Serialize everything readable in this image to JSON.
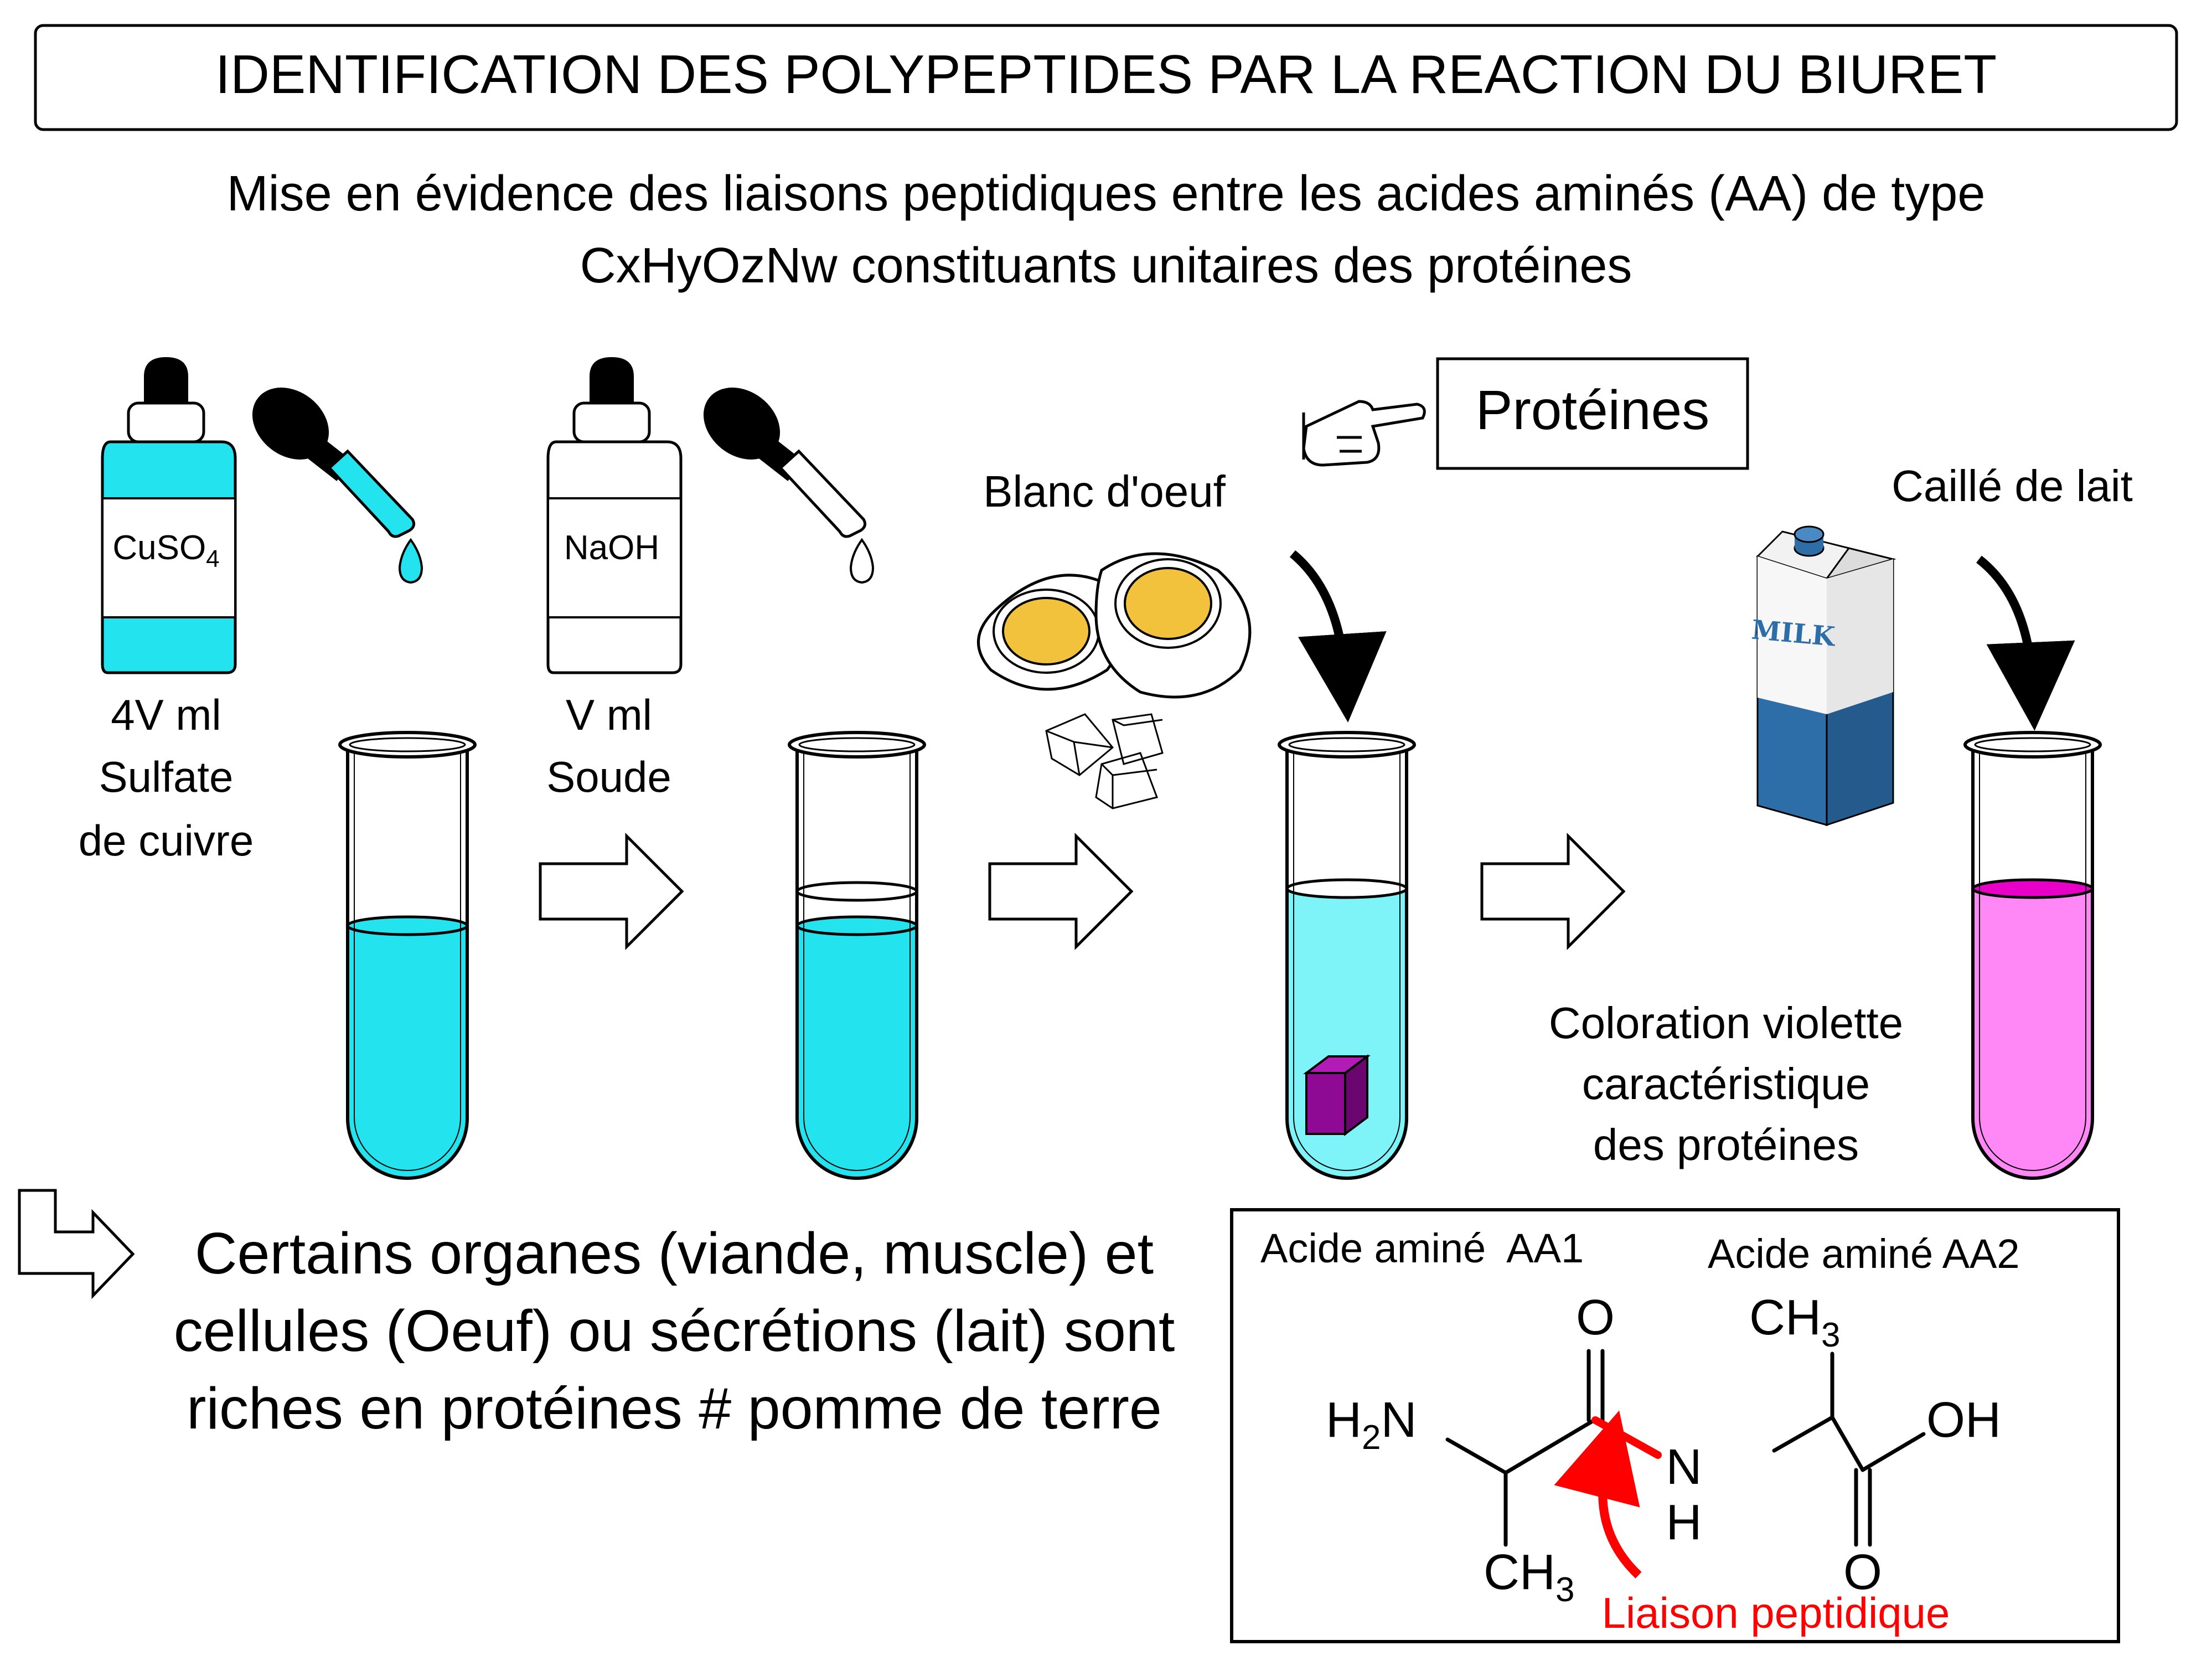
{
  "title": "IDENTIFICATION DES POLYPEPTIDES PAR LA REACTION DU BIURET",
  "subtitle": {
    "line1": "Mise en évidence des liaisons peptidiques entre les acides aminés (AA) de type",
    "line2": "CxHyOzNw constituants unitaires des protéines"
  },
  "reagents": {
    "cuso4": {
      "bottle_label_main": "CuSO",
      "bottle_label_sub": "4",
      "volume": "4V ml",
      "name_line1": "Sulfate",
      "name_line2": "de cuivre",
      "color": "#22e3ee"
    },
    "naoh": {
      "bottle_label": "NaOH",
      "volume": "V ml",
      "name": "Soude"
    }
  },
  "samples": {
    "egg_white": "Blanc d'oeuf",
    "milk_curd": "Caillé de lait",
    "carton_label": "MILK"
  },
  "proteins_box": "Protéines",
  "result": {
    "line1": "Coloration violette",
    "line2": "caractéristique",
    "line3": "des protéines"
  },
  "conclusion": {
    "line1": "Certains organes (viande, muscle) et",
    "line2": "cellules (Oeuf) ou sécrétions (lait) sont",
    "line3": "riches en protéines # pomme de terre"
  },
  "molecule": {
    "aa1_label": "Acide aminé  AA1",
    "aa2_label": "Acide aminé AA2",
    "o_top": "O",
    "ch3_top_main": "CH",
    "ch3_top_sub": "3",
    "h2n_h": "H",
    "h2n_sub": "2",
    "h2n_n": "N",
    "n": "N",
    "h": "H",
    "oh": "OH",
    "ch3_bottom_main": "CH",
    "ch3_bottom_sub": "3",
    "o_bottom": "O",
    "bond_label": "Liaison peptidique"
  },
  "colors": {
    "blue_liquid": "#22e3ee",
    "light_blue_liquid": "#7ff4f8",
    "violet_liquid": "#ff88f6",
    "violet_surface": "#e800c8",
    "cube": "#8f0a94",
    "peptide_bond": "#ff0000",
    "yolk": "#f2c23c",
    "carton_blue": "#2e6ea8"
  }
}
